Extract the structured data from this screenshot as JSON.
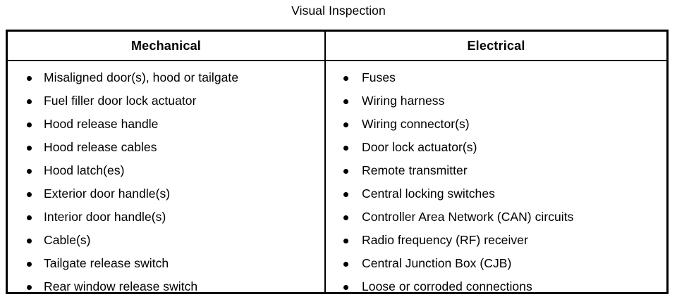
{
  "title": "Visual Inspection",
  "table": {
    "columns": [
      {
        "key": "mechanical",
        "header": "Mechanical",
        "items": [
          "Misaligned door(s), hood or tailgate",
          "Fuel filler door lock actuator",
          "Hood release handle",
          "Hood release cables",
          "Hood latch(es)",
          "Exterior door handle(s)",
          "Interior door handle(s)",
          "Cable(s)",
          "Tailgate release switch",
          "Rear window release switch"
        ]
      },
      {
        "key": "electrical",
        "header": "Electrical",
        "items": [
          "Fuses",
          "Wiring harness",
          "Wiring connector(s)",
          "Door lock actuator(s)",
          "Remote transmitter",
          "Central locking switches",
          "Controller Area Network (CAN) circuits",
          "Radio frequency (RF) receiver",
          "Central Junction Box (CJB)",
          "Loose or corroded connections"
        ]
      }
    ]
  },
  "style": {
    "text_color": "#000000",
    "background_color": "#ffffff",
    "border_color": "#000000",
    "bullet_glyph": "bullet-dot"
  }
}
